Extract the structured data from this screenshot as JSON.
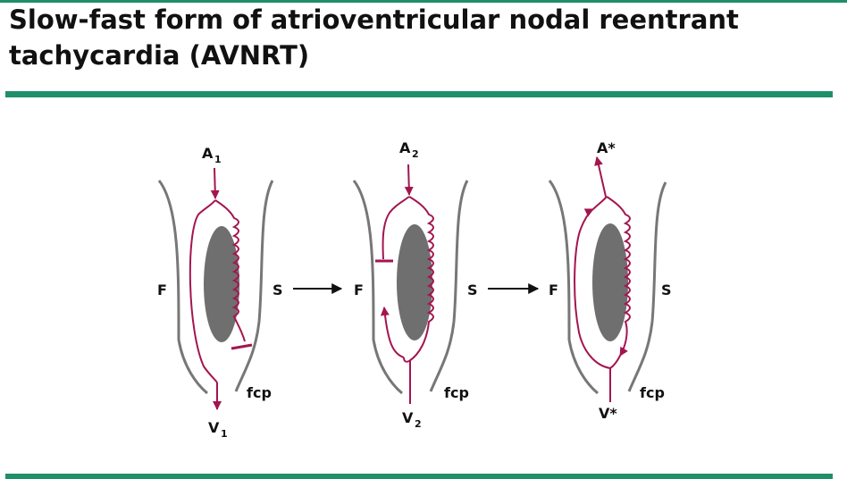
{
  "title": "Slow-fast form of atrioventricular nodal reentrant tachycardia (AVNRT)",
  "colors": {
    "accent_rule": "#1e8f6a",
    "pathway": "#a3154f",
    "wall": "#777777",
    "node": "#6f6f6f"
  },
  "panels": [
    {
      "top_label": "A",
      "top_sub": "1",
      "bottom_label": "V",
      "bottom_sub": "1",
      "left_label": "F",
      "right_label": "S",
      "fcp_label": "fcp"
    },
    {
      "top_label": "A",
      "top_sub": "2",
      "bottom_label": "V",
      "bottom_sub": "2",
      "left_label": "F",
      "right_label": "S",
      "fcp_label": "fcp"
    },
    {
      "top_label": "A*",
      "top_sub": "",
      "bottom_label": "V*",
      "bottom_sub": "",
      "left_label": "F",
      "right_label": "S",
      "fcp_label": "fcp"
    }
  ]
}
